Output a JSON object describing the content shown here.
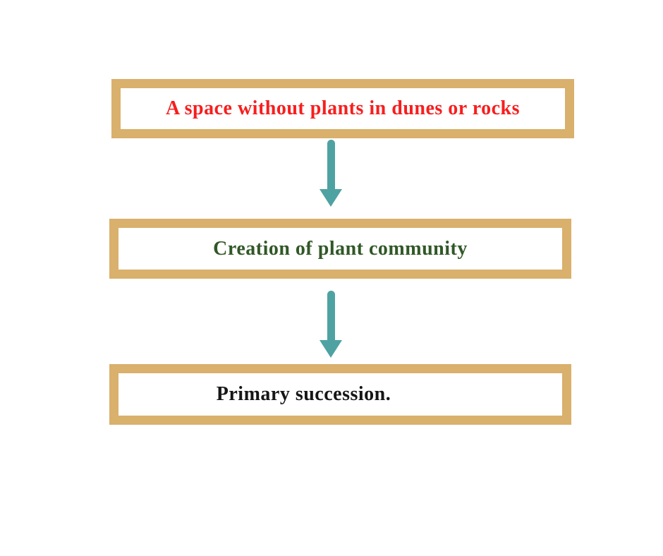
{
  "page": {
    "background_color": "#ffffff"
  },
  "flowchart": {
    "colors": {
      "box_border": "#d9b06c",
      "box_fill": "#ffffff",
      "arrow": "#4fa2a2"
    },
    "boxes": [
      {
        "label": "A space without plants in dunes or rocks",
        "text_color": "#f71e1e"
      },
      {
        "label": "Creation of plant community",
        "text_color": "#315828"
      },
      {
        "label": "Primary succession.",
        "text_color": "#161616"
      }
    ],
    "arrows": [
      {
        "direction": "down"
      },
      {
        "direction": "down"
      }
    ]
  }
}
